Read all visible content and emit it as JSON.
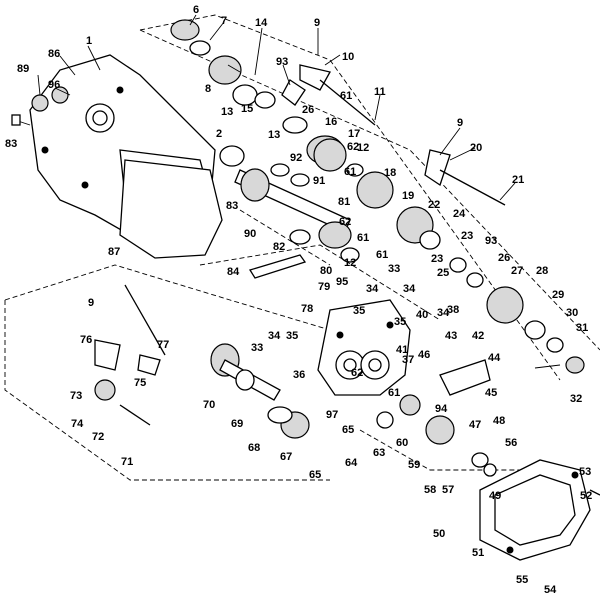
{
  "part_numbers": [
    "1",
    "2",
    "6",
    "7",
    "8",
    "9",
    "10",
    "11",
    "12",
    "13",
    "14",
    "15",
    "16",
    "17",
    "18",
    "19",
    "20",
    "21",
    "22",
    "23",
    "24",
    "25",
    "26",
    "27",
    "28",
    "29",
    "30",
    "31",
    "32",
    "33",
    "34",
    "35",
    "36",
    "37",
    "38",
    "40",
    "41",
    "42",
    "43",
    "44",
    "45",
    "46",
    "47",
    "48",
    "49",
    "50",
    "51",
    "52",
    "53",
    "54",
    "55",
    "56",
    "57",
    "58",
    "59",
    "60",
    "61",
    "62",
    "63",
    "64",
    "65",
    "67",
    "68",
    "69",
    "70",
    "71",
    "72",
    "73",
    "74",
    "75",
    "76",
    "77",
    "78",
    "79",
    "80",
    "81",
    "82",
    "83",
    "84",
    "86",
    "87",
    "89",
    "90",
    "91",
    "92",
    "93",
    "94",
    "95",
    "96",
    "97"
  ]
}
